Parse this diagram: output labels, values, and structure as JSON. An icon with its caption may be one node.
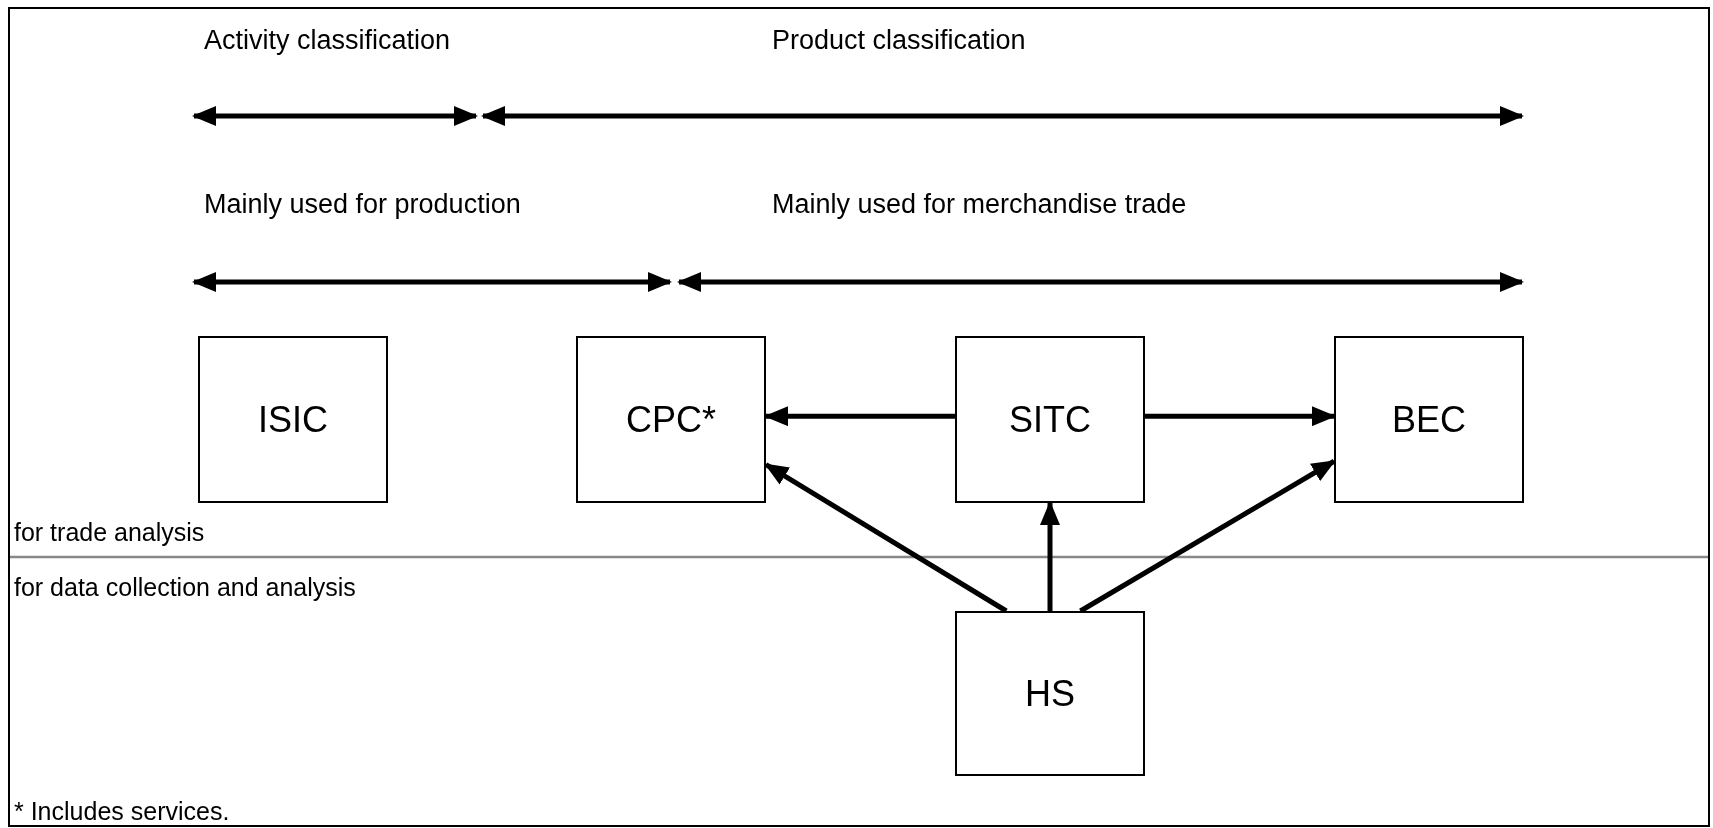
{
  "diagram": {
    "nodes": [
      {
        "text": [
          "ISIC"
        ]
      },
      {
        "text": [
          "CPC*"
        ]
      },
      {
        "text": [
          "SITC"
        ]
      },
      {
        "text": [
          "BEC"
        ]
      },
      {
        "text": [
          "HS"
        ]
      }
    ],
    "edges": [
      {
        "from": 2,
        "to": 1,
        "arrow": "to"
      },
      {
        "from": 2,
        "to": 3,
        "arrow": "to"
      },
      {
        "from": 4,
        "to": 1,
        "arrow": "to"
      },
      {
        "from": 4,
        "to": 2,
        "arrow": "to"
      },
      {
        "from": 4,
        "to": 3,
        "arrow": "to"
      }
    ],
    "labels": [
      "Activity classification",
      "Product classification",
      "Mainly used for production",
      "Mainly used for merchandise trade",
      "for trade analysis",
      "for data collection and analysis",
      "* Includes services."
    ]
  }
}
